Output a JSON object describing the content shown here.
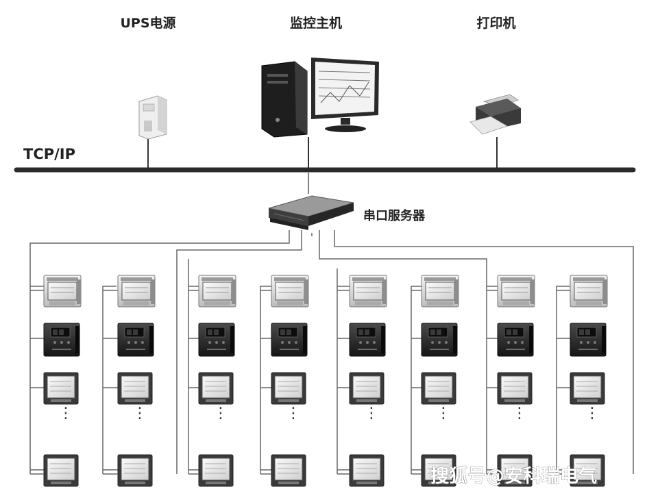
{
  "labels": {
    "ups": "UPS电源",
    "host": "监控主机",
    "printer": "打印机",
    "network": "TCP/IP",
    "serial_server": "串口服务器"
  },
  "watermark": "搜狐号@安科瑞电气",
  "ellipsis": "⋮",
  "meter_types": [
    "display-meter",
    "dark-meter",
    "panel-meter"
  ],
  "column_count": 8,
  "colors": {
    "line": "#666666",
    "bus": "#2a2a2a",
    "device_light": "#dcdcdc",
    "device_dark": "#2c2c2c"
  }
}
